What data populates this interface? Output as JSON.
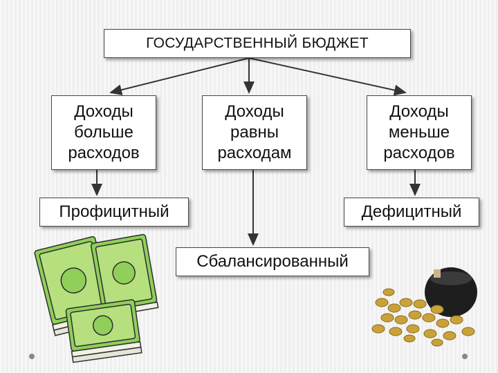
{
  "title": "ГОСУДАРСТВЕННЫЙ БЮДЖЕТ",
  "cases": [
    {
      "lines": [
        "Доходы",
        "больше",
        "расходов"
      ]
    },
    {
      "lines": [
        "Доходы",
        "равны",
        "расходам"
      ]
    },
    {
      "lines": [
        "Доходы",
        "меньше",
        "расходов"
      ]
    }
  ],
  "outcomes": {
    "surplus": "Профицитный",
    "balanced": "Сбалансированный",
    "deficit": "Дефицитный"
  },
  "illustrations": {
    "left": "banknotes-stack-icon",
    "right": "purse-with-coins-icon"
  }
}
